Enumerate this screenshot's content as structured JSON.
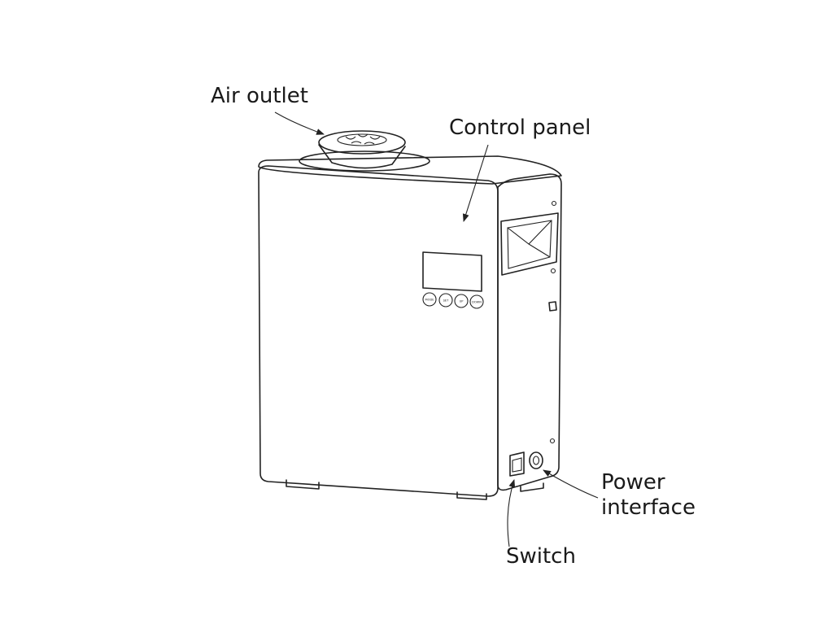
{
  "diagram": {
    "labels": {
      "air_outlet": "Air outlet",
      "control_panel": "Control panel",
      "power_interface_line1": "Power",
      "power_interface_line2": "interface",
      "switch": "Switch"
    },
    "buttons": [
      "MODE",
      "SET",
      "UP",
      "DOWN"
    ]
  }
}
